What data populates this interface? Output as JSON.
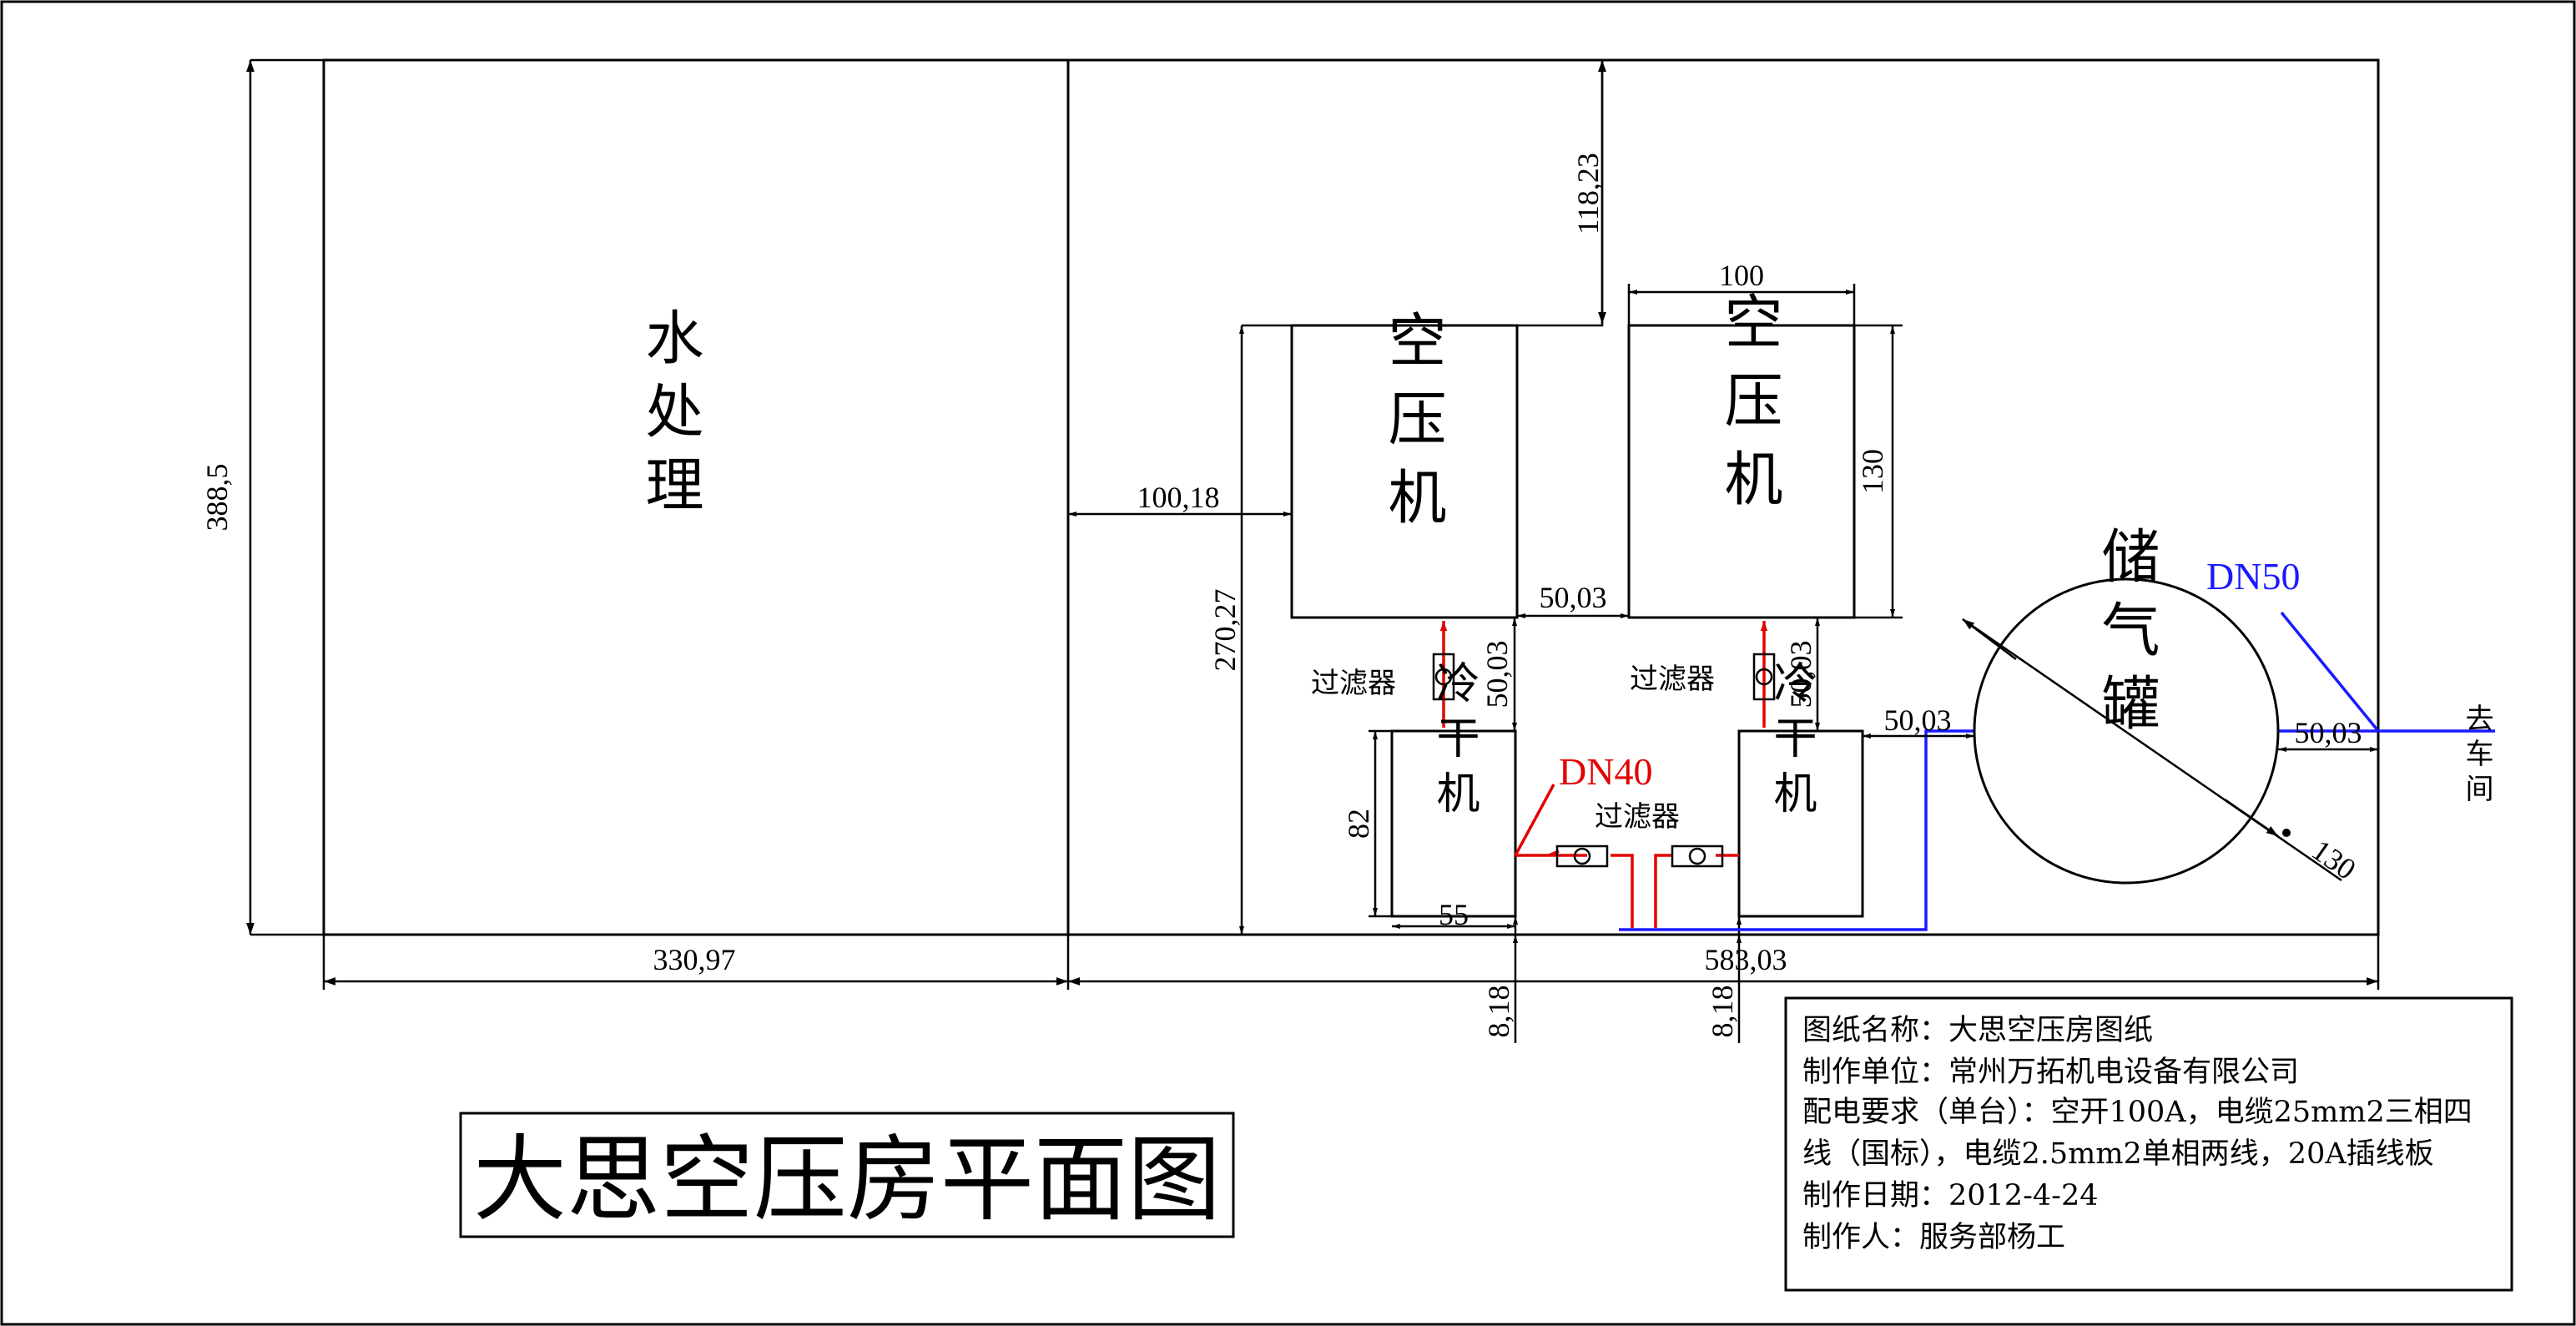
{
  "rooms": {
    "water_treatment": "水处理",
    "compressor_1": "空压机",
    "compressor_2": "空压机",
    "dryer_1": "冷干机",
    "dryer_2": "冷干机",
    "tank": "储气罐"
  },
  "labels": {
    "filter_1": "过滤器",
    "filter_2": "过滤器",
    "filter_3": "过滤器",
    "dn40": "DN40",
    "dn50": "DN50",
    "to_workshop": "去车间"
  },
  "dimensions": {
    "total_height": "388,5",
    "left_width": "330,97",
    "right_width": "583,03",
    "top_gap": "118,23",
    "comp_width": "100",
    "comp_height": "130",
    "left_clear": "100,18",
    "comp_depth": "270,27",
    "comp_spacing": "50,03",
    "comp_dryer_1": "50,03",
    "comp_dryer_2": "50,03",
    "dryer_tank": "50,03",
    "tank_wall": "50,03",
    "dryer_height": "82",
    "dryer_width": "55",
    "wall_1": "8,18",
    "wall_2": "8,18",
    "tank_diameter": "130"
  },
  "title": "大思空压房平面图",
  "info_block": {
    "line1": "图纸名称：大思空压房图纸",
    "line2": "制作单位：常州万拓机电设备有限公司",
    "line3": "配电要求（单台）：空开100A，电缆25mm2三相四",
    "line4": "线（国标），电缆2.5mm2单相两线，20A插线板",
    "line5": "制作日期：2012-4-24",
    "line6": "制作人：服务部杨工"
  },
  "colors": {
    "line": "#000000",
    "air_pipe": "#e30000",
    "main_pipe": "#1a1aff"
  }
}
